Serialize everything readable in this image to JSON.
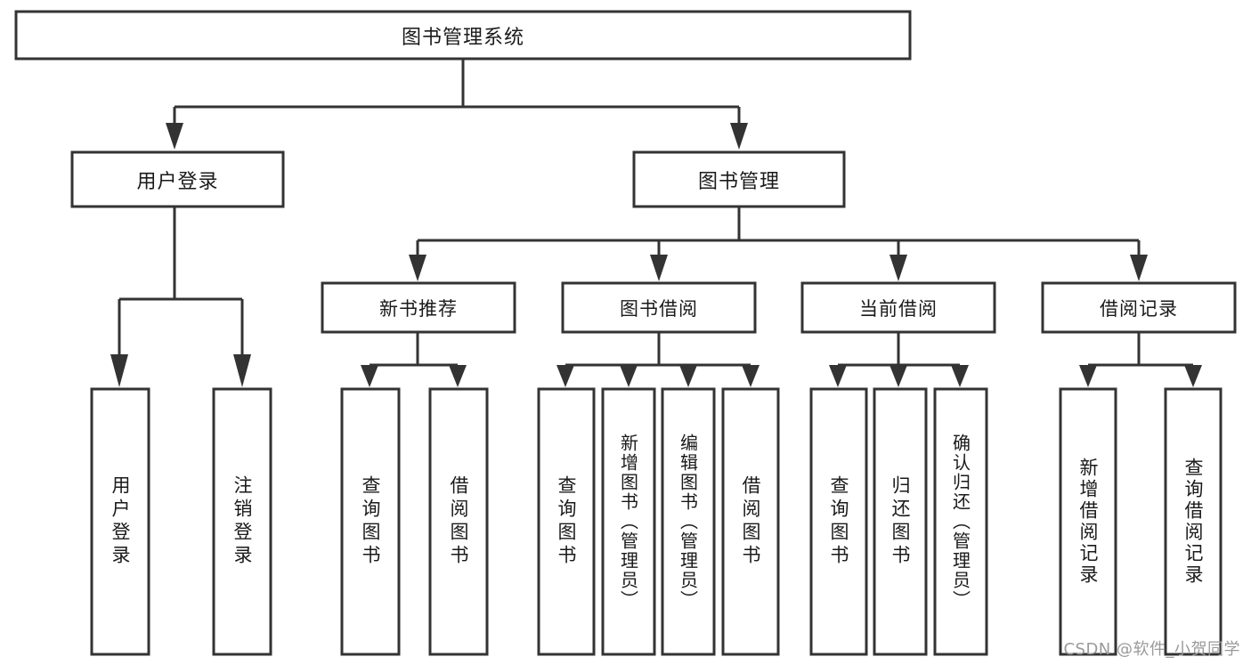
{
  "diagram": {
    "title": "图书管理系统",
    "type": "tree-hierarchy",
    "root": {
      "label": "图书管理系统",
      "orientation": "horizontal"
    },
    "level2": [
      {
        "label": "用户登录",
        "orientation": "horizontal"
      },
      {
        "label": "图书管理",
        "orientation": "horizontal"
      }
    ],
    "level3": [
      {
        "label": "新书推荐",
        "orientation": "horizontal"
      },
      {
        "label": "图书借阅",
        "orientation": "horizontal"
      },
      {
        "label": "当前借阅",
        "orientation": "horizontal"
      },
      {
        "label": "借阅记录",
        "orientation": "horizontal"
      }
    ],
    "leaves": {
      "user_login": [
        {
          "label": "用户登录",
          "orientation": "vertical"
        },
        {
          "label": "注销登录",
          "orientation": "vertical"
        }
      ],
      "new_book_recommend": [
        {
          "label": "查询图书",
          "orientation": "vertical"
        },
        {
          "label": "借阅图书",
          "orientation": "vertical"
        }
      ],
      "book_borrow": [
        {
          "label": "查询图书",
          "orientation": "vertical"
        },
        {
          "label": "新增图书（管理员）",
          "orientation": "vertical"
        },
        {
          "label": "编辑图书（管理员）",
          "orientation": "vertical"
        },
        {
          "label": "借阅图书",
          "orientation": "vertical"
        }
      ],
      "current_borrow": [
        {
          "label": "查询图书",
          "orientation": "vertical"
        },
        {
          "label": "归还图书",
          "orientation": "vertical"
        },
        {
          "label": "确认归还（管理员）",
          "orientation": "vertical"
        }
      ],
      "borrow_record": [
        {
          "label": "新增借阅记录",
          "orientation": "vertical"
        },
        {
          "label": "查询借阅记录",
          "orientation": "vertical"
        }
      ]
    }
  },
  "watermark": {
    "text": "CSDN @软件_小贺同学"
  },
  "colors": {
    "stroke": "#333333",
    "box_fill": "#ffffff",
    "text": "#1a1a1a",
    "background": "#ffffff",
    "watermark": "#9a9a9a"
  }
}
